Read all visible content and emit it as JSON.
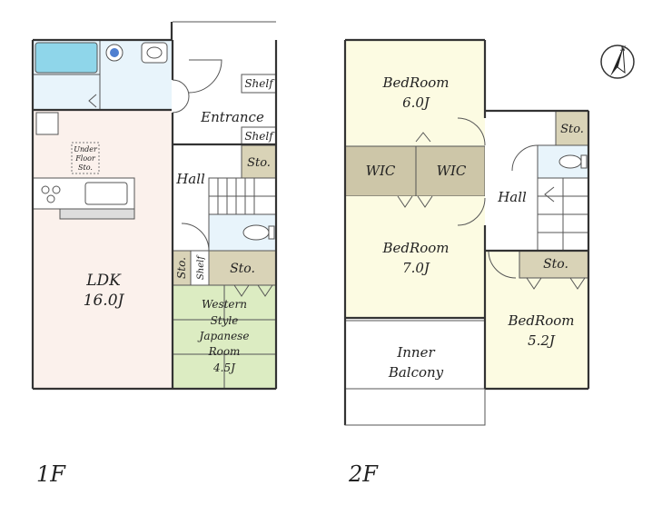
{
  "floors": {
    "first": {
      "label": "1F",
      "rooms": {
        "entrance": "Entrance",
        "shelf_upper": "Shelf",
        "shelf_lower": "Shelf",
        "hall": "Hall",
        "sto_hall": "Sto.",
        "underfloor_1": "Under",
        "underfloor_2": "Floor",
        "underfloor_3": "Sto.",
        "ldk_name": "LDK",
        "ldk_size": "16.0J",
        "sto_vertical": "Sto.",
        "shelf_vertical": "Shelf",
        "sto_lower": "Sto.",
        "japanese_1": "Western",
        "japanese_2": "Style",
        "japanese_3": "Japanese",
        "japanese_4": "Room",
        "japanese_5": "4.5J"
      }
    },
    "second": {
      "label": "2F",
      "rooms": {
        "bed1_name": "BedRoom",
        "bed1_size": "6.0J",
        "wic_left": "WIC",
        "wic_right": "WIC",
        "sto_top": "Sto.",
        "hall": "Hall",
        "bed2_name": "BedRoom",
        "bed2_size": "7.0J",
        "sto_right": "Sto.",
        "bed3_name": "BedRoom",
        "bed3_size": "5.2J",
        "balcony_1": "Inner",
        "balcony_2": "Balcony"
      }
    }
  },
  "compass": {
    "label": "N"
  },
  "colors": {
    "ldk": "#fbf1ec",
    "wet": "#e8f4fb",
    "bath": "#8fd6ea",
    "japanese": "#dcecc2",
    "storage": "#d9d3b7",
    "wic": "#cdc6a8",
    "bedroom": "#fcfbe2",
    "wall": "#333333"
  }
}
